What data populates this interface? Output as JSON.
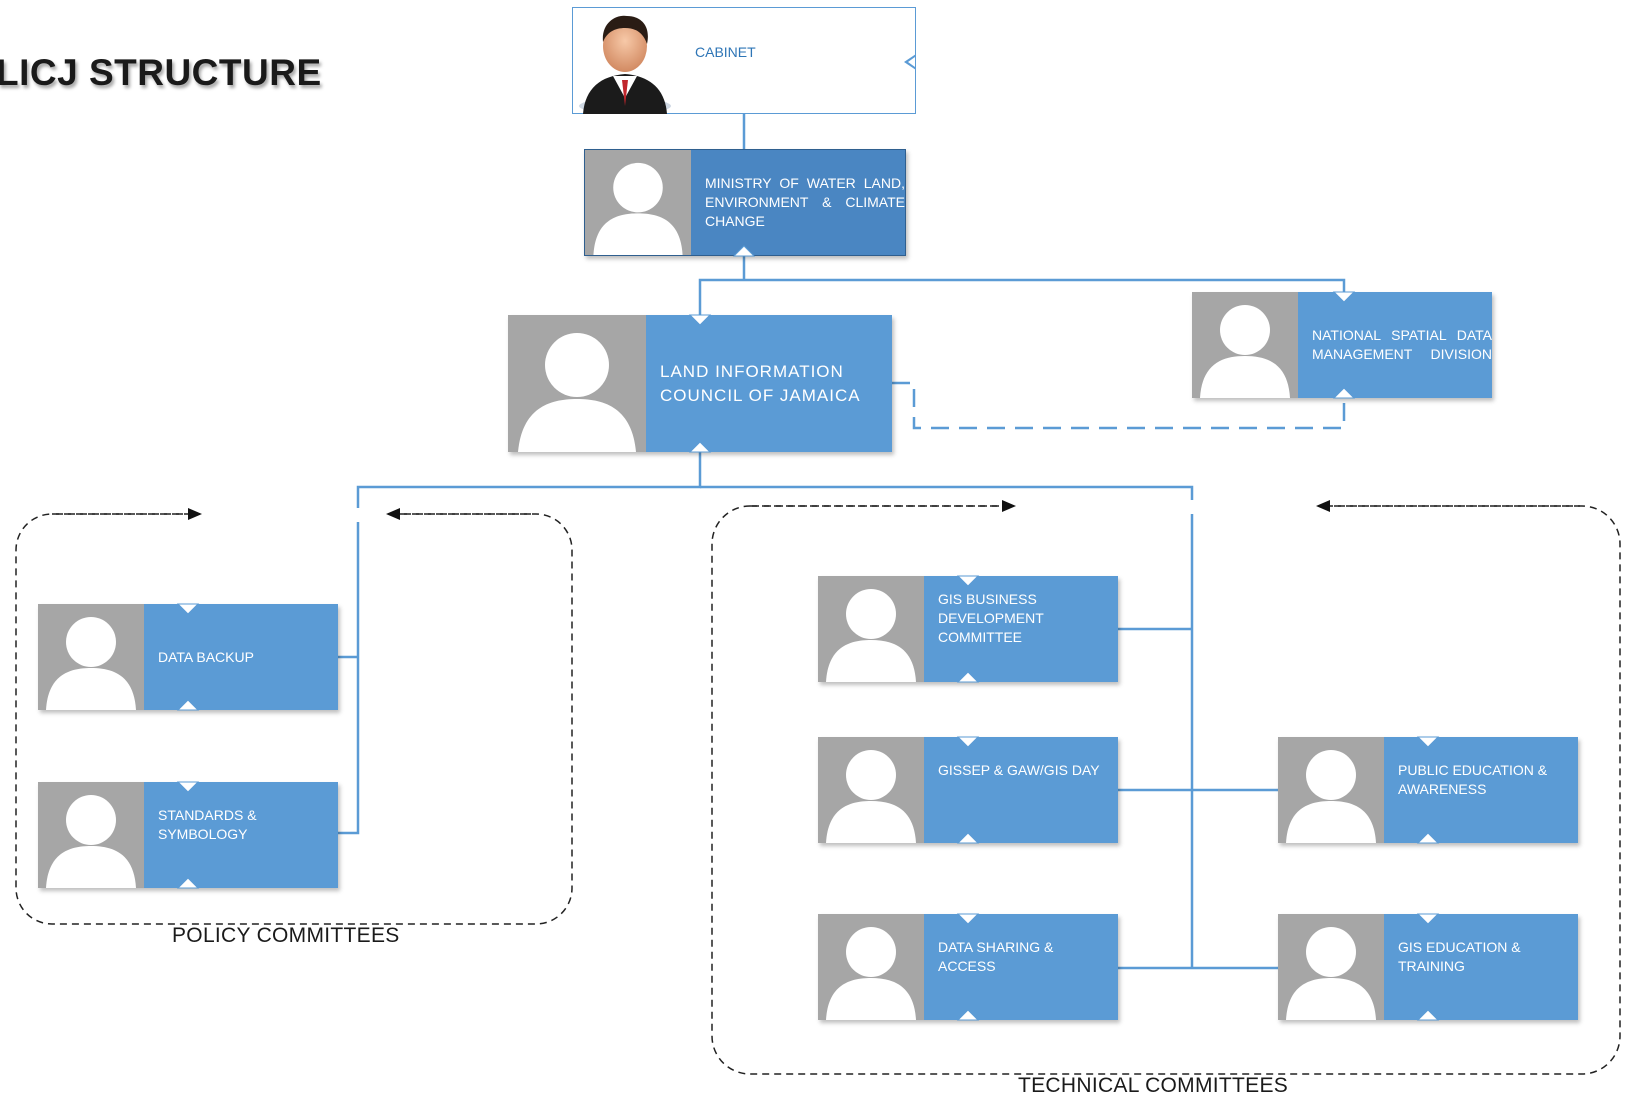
{
  "title": "LICJ STRUCTURE",
  "nodes": {
    "cabinet": "CABINET",
    "ministry": "MINISTRY OF WATER LAND, ENVIRONMENT & CLIMATE CHANGE",
    "licj": "LAND INFORMATION COUNCIL OF JAMAICA",
    "nsdmd": "NATIONAL SPATIAL DATA MANAGEMENT DIVISION",
    "data_backup": "DATA BACKUP",
    "standards": "STANDARDS & SYMBOLOGY",
    "gis_business": "GIS BUSINESS DEVELOPMENT COMMITTEE",
    "gissep": "GISSEP & GAW/GIS DAY",
    "data_sharing": "DATA SHARING & ACCESS",
    "public_education": "PUBLIC EDUCATION & AWARENESS",
    "gis_education": "GIS EDUCATION & TRAINING"
  },
  "groups": {
    "policy": "POLICY COMMITTEES",
    "technical": "TECHNICAL COMMITTEES"
  },
  "colors": {
    "node_fill": "#5b9bd5",
    "ministry_fill": "#4a86c2",
    "connector": "#5b9bd5",
    "photo_placeholder": "#a6a6a6"
  }
}
